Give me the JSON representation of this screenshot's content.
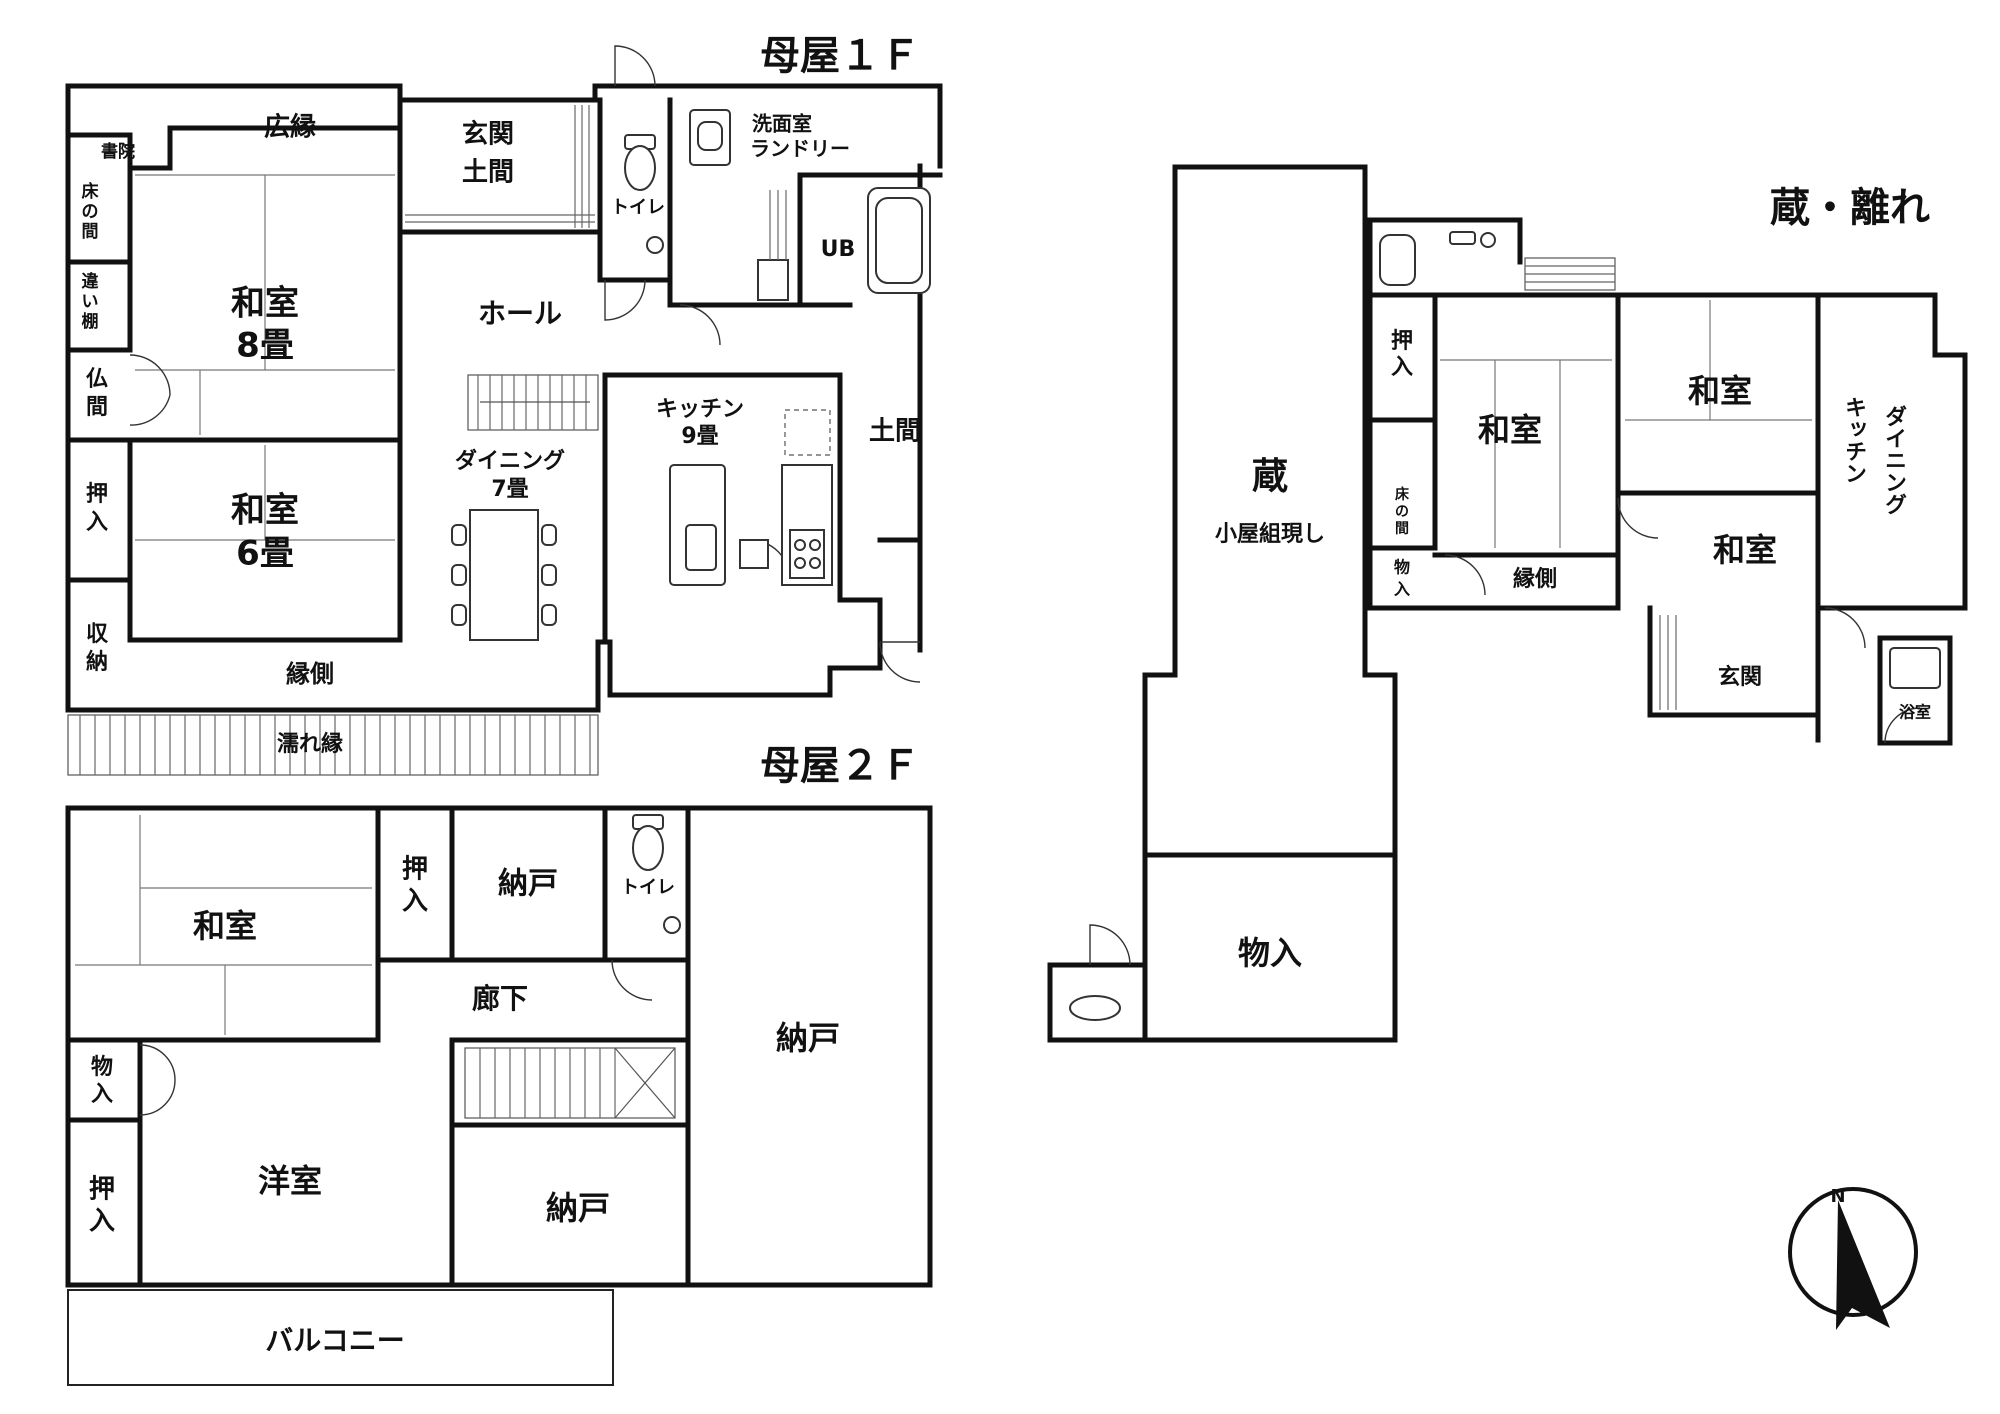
{
  "titles": {
    "main_1f": "母屋１Ｆ",
    "main_2f": "母屋２Ｆ",
    "annex": "蔵・離れ"
  },
  "main_1f": {
    "hiroen": "広縁",
    "shoin": "書院",
    "tokonoma": [
      "床",
      "の",
      "間"
    ],
    "chigaidana": [
      "違",
      "い",
      "棚"
    ],
    "washitsu8": [
      "和室",
      "8畳"
    ],
    "butsuma": [
      "仏",
      "間"
    ],
    "oshiire": [
      "押",
      "入"
    ],
    "washitsu6": [
      "和室",
      "6畳"
    ],
    "shuno": [
      "収",
      "納"
    ],
    "engawa": "縁側",
    "nureen": "濡れ縁",
    "genkan": [
      "玄関",
      "土間"
    ],
    "toilet": "トイレ",
    "senmen": [
      "洗面室",
      "ランドリー"
    ],
    "ub": "UB",
    "hall": "ホール",
    "kitchen": [
      "キッチン",
      "9畳"
    ],
    "dining": [
      "ダイニング",
      "7畳"
    ],
    "doma": "土間"
  },
  "main_2f": {
    "washitsu": "和室",
    "oshiire_top": [
      "押",
      "入"
    ],
    "nando_small": "納戸",
    "toilet": "トイレ",
    "roka": "廊下",
    "nando_large": "納戸",
    "mono": [
      "物",
      "入"
    ],
    "oshiire": [
      "押",
      "入"
    ],
    "yoshitsu": "洋室",
    "nando_mid": "納戸",
    "balcony": "バルコニー"
  },
  "annex": {
    "kura": "蔵",
    "kura_sub": "小屋組現し",
    "monoire": "物入",
    "oshiire": [
      "押",
      "入"
    ],
    "tokonoma": [
      "床",
      "の",
      "間"
    ],
    "mono_small": [
      "物",
      "入"
    ],
    "washitsu_a": "和室",
    "engawa": "縁側",
    "washitsu_b": "和室",
    "washitsu_c": "和室",
    "dining_kitchen_col1": "キッチン",
    "dining_kitchen_col2": "ダイニング",
    "genkan": "玄関",
    "bath": "浴室"
  },
  "compass": {
    "label": "N"
  }
}
